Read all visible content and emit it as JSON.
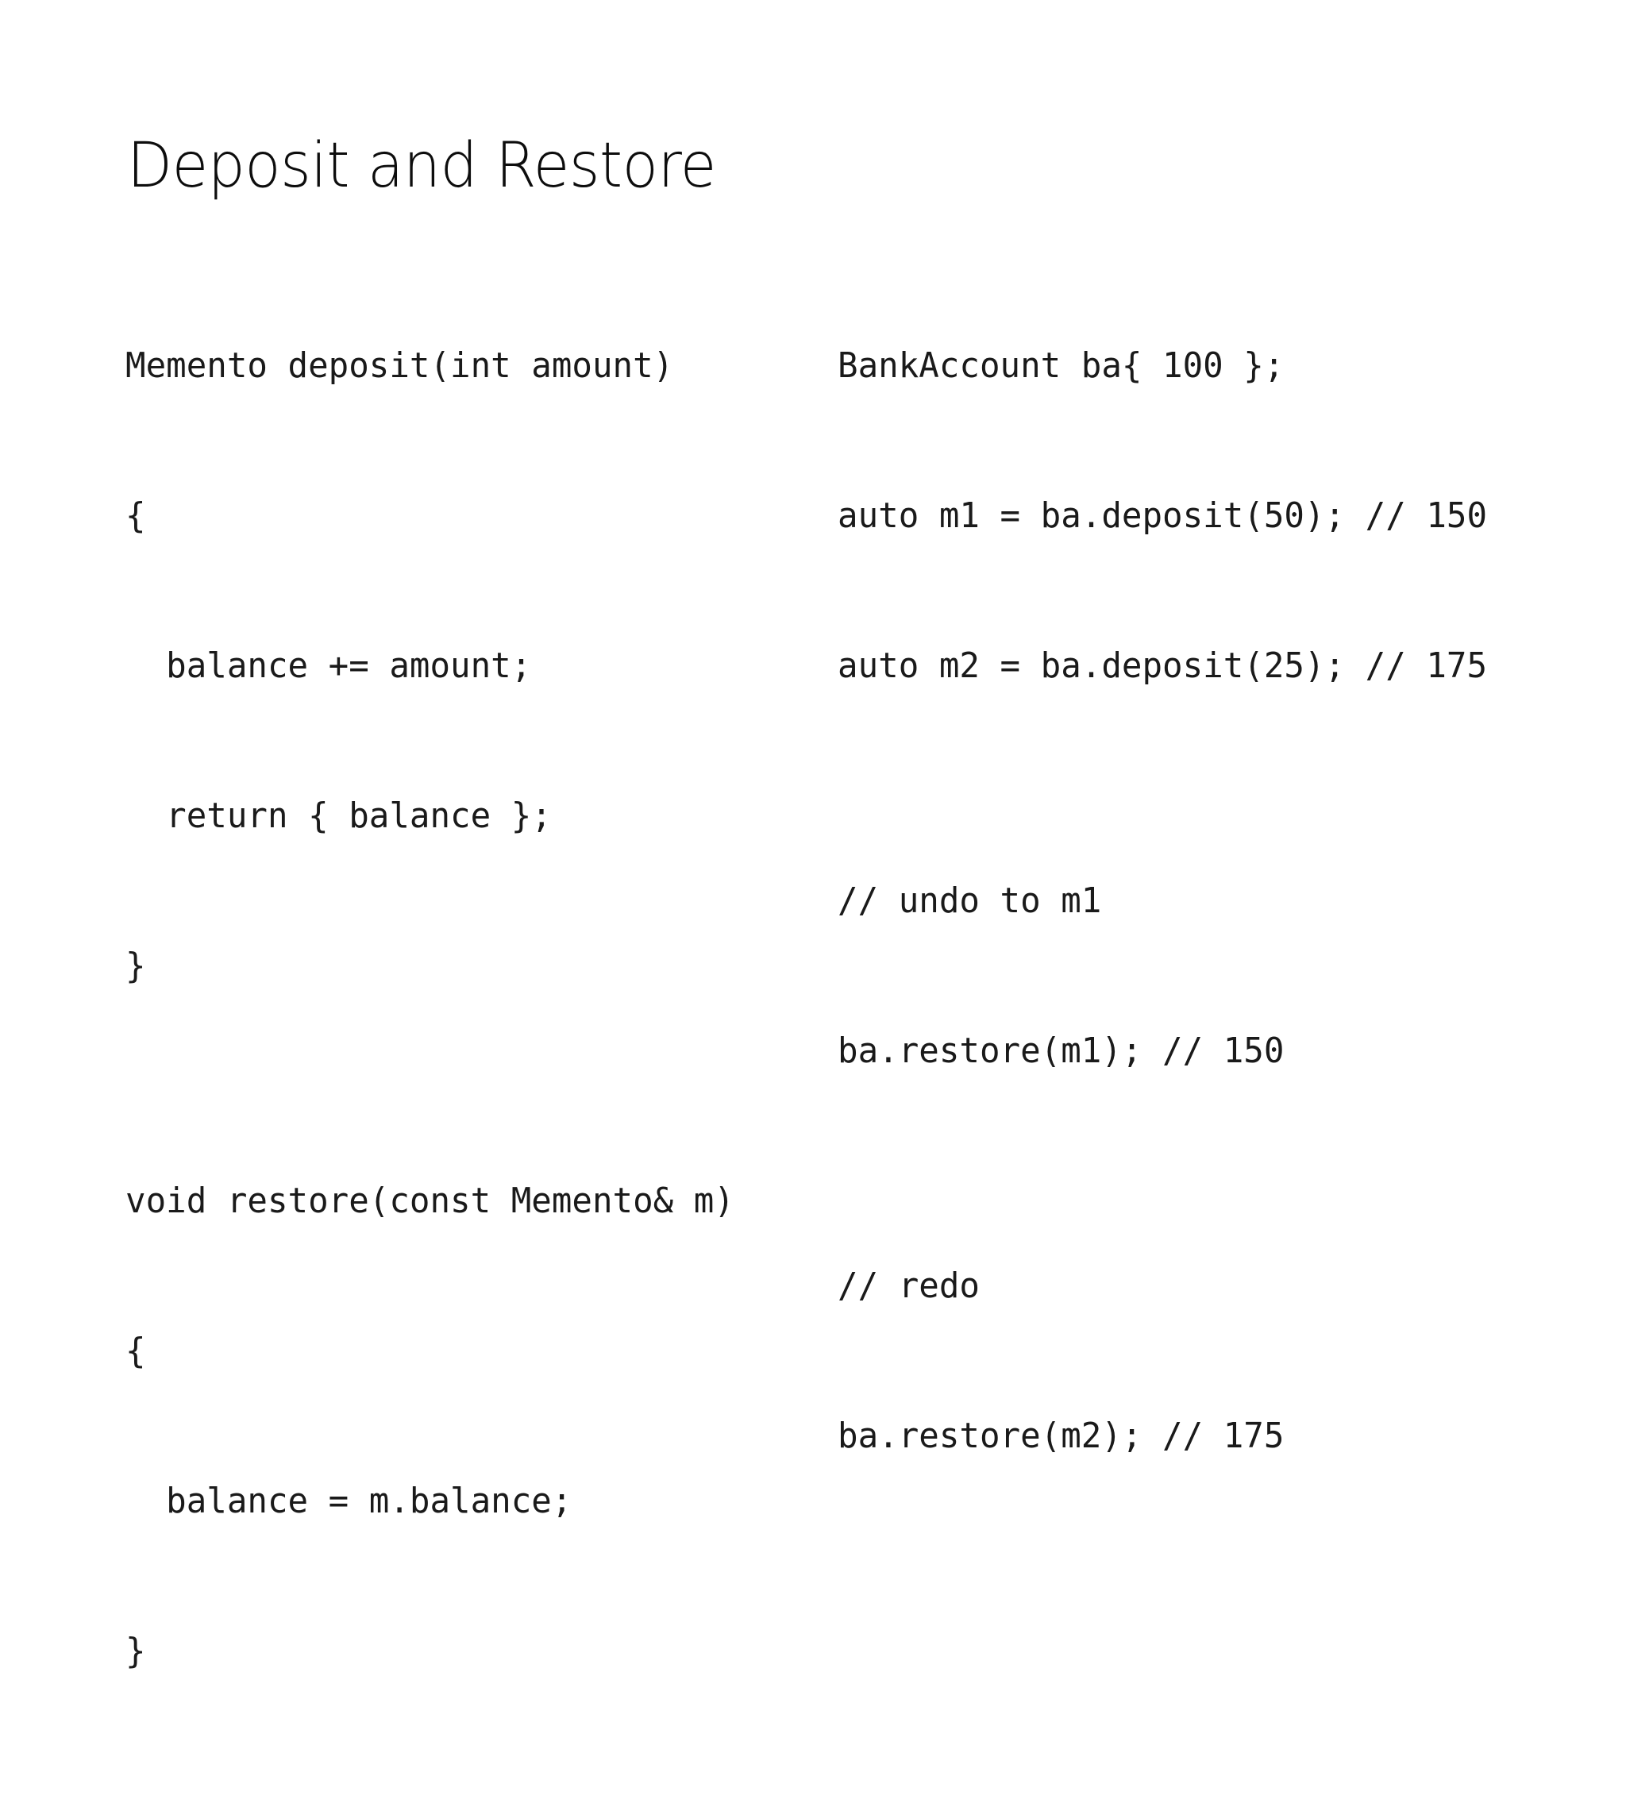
{
  "slide": {
    "title": "Deposit and Restore",
    "background_color": "#ffffff",
    "text_color": "#1a1a1a",
    "title_color": "#0d0d0d"
  },
  "left_column": {
    "blocks": [
      {
        "name": "deposit-method",
        "lines": [
          "Memento deposit(int amount)",
          "{",
          "  balance += amount;",
          "  return { balance };",
          "}"
        ]
      },
      {
        "name": "restore-method",
        "lines": [
          "void restore(const Memento& m)",
          "{",
          "  balance = m.balance;",
          "}"
        ]
      }
    ]
  },
  "right_column": {
    "blocks": [
      {
        "name": "usage-deposits",
        "lines": [
          "BankAccount ba{ 100 };",
          "auto m1 = ba.deposit(50); // 150",
          "auto m2 = ba.deposit(25); // 175"
        ]
      },
      {
        "name": "usage-undo",
        "lines": [
          "// undo to m1",
          "ba.restore(m1); // 150"
        ]
      },
      {
        "name": "usage-redo",
        "lines": [
          "// redo",
          "ba.restore(m2); // 175"
        ]
      }
    ]
  }
}
